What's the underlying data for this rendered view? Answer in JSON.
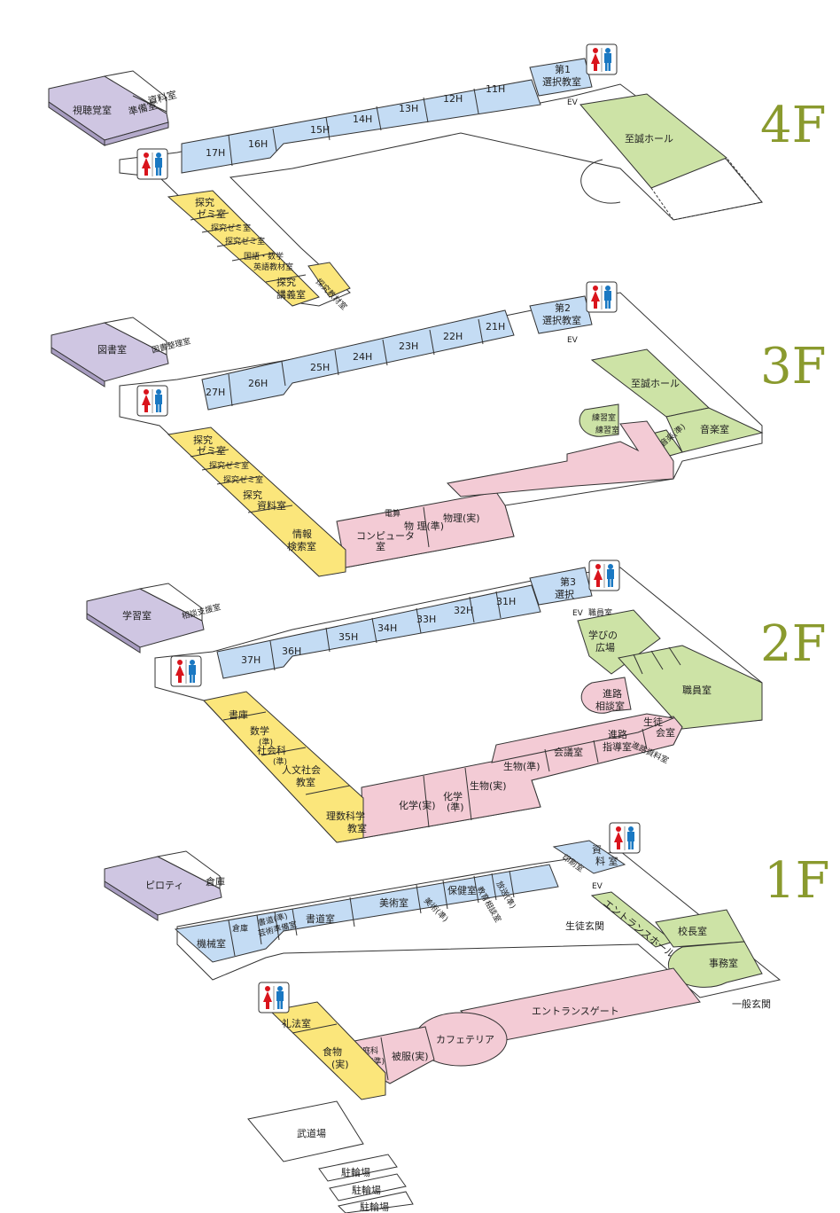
{
  "floors": {
    "f4": {
      "label": "4F",
      "rooms": {
        "shichoukaku": "視聴覚室",
        "shiryoushitsu": "資料室",
        "junbishitsu": "準備室",
        "r17": "17H",
        "r16": "16H",
        "r15": "15H",
        "r14": "14H",
        "r13": "13H",
        "r12": "12H",
        "r11": "11H",
        "sentaku1a": "第1",
        "sentaku1b": "選択教室",
        "ev": "EV",
        "shiseihall": "至誠ホール",
        "tankyu_zemi_a": "探究",
        "tankyu_zemi_b": "ゼミ室",
        "zemi2": "探究ゼミ室",
        "zemi3": "探究ゼミ室",
        "kokugo_a": "国語・数学",
        "kokugo_b": "英語教材室",
        "tankyu_kougi_a": "探究",
        "tankyu_kougi_b": "講義室",
        "tankyu_kyozai": "探究教材室"
      }
    },
    "f3": {
      "label": "3F",
      "rooms": {
        "toshoshitsu": "図書室",
        "shiryou_seiri": "図書整理室",
        "r27": "27H",
        "r26": "26H",
        "r25": "25H",
        "r24": "24H",
        "r23": "23H",
        "r22": "22H",
        "r21": "21H",
        "sentaku2a": "第2",
        "sentaku2b": "選択教室",
        "ev": "EV",
        "shiseihall": "至誠ホール",
        "ongakushitsu": "音楽室",
        "ongaku_jun": "音楽(準)",
        "renshu1": "練習室",
        "renshu2": "練習室",
        "tankyu_zemi_a": "探究",
        "tankyu_zemi_b": "ゼミ室",
        "zemi2": "探究ゼミ室",
        "zemi3": "探究ゼミ室",
        "tankyu_shiryou_a": "探究",
        "tankyu_shiryou_b": "資料室",
        "jouhou_a": "情報",
        "jouhou_b": "検索室",
        "computer_a": "コンピュータ",
        "computer_b": "室",
        "denshi": "電算",
        "butsuri_jun": "物 理(準)",
        "butsuri_jitsu": "物理(実)"
      }
    },
    "f2": {
      "label": "2F",
      "rooms": {
        "gakushu": "学習室",
        "seito_kaigi": "相談支援室",
        "r37": "37H",
        "r36": "36H",
        "r35": "35H",
        "r34": "34H",
        "r33": "33H",
        "r32": "32H",
        "r31": "31H",
        "sentaku3a": "第3",
        "sentaku3b": "選択",
        "ev": "EV",
        "kouchou_yobi": "職員室",
        "manabi_a": "学びの",
        "manabi_b": "広場",
        "shokuin": "職員室",
        "shinro_soudan_a": "進路",
        "shinro_soudan_b": "相談室",
        "seito_a": "生徒",
        "seito_b": "会室",
        "shinro_shiryou": "進路資料室",
        "shinro_shidou_a": "進路",
        "shinro_shidou_b": "指導室",
        "kaigi": "会議室",
        "seibutsu_jun": "生物(準)",
        "seibutsu_jitsu": "生物(実)",
        "kagaku_jun_a": "化学",
        "kagaku_jun_b": "(準)",
        "kagaku_jitsu": "化学(実)",
        "shoko": "書庫",
        "suugaku_a": "数学",
        "suugaku_b": "(準)",
        "shakai_a": "社会科",
        "shakai_b": "(準)",
        "jinbun_a": "人文社会",
        "jinbun_b": "教室",
        "rika_a": "理数科学",
        "rika_b": "教室"
      }
    },
    "f1": {
      "label": "1F",
      "rooms": {
        "piloti": "ピロティ",
        "souko": "倉庫",
        "kikai": "機械室",
        "souko2": "倉庫",
        "shodou_jun": "書道(準)",
        "gaikoku": "芸術準備室",
        "shodou": "書道室",
        "bijutsu": "美術室",
        "bijutsu_jun": "美術(準)",
        "hoken": "保健室",
        "kyouiku_soudan": "教育相談室",
        "hoso_jun": "放送(準)",
        "shiryou_a": "資",
        "shiryou_b": "料 室",
        "insatsu": "印刷室",
        "ev": "EV",
        "entrance_hall": "エントランスホール",
        "kouchou": "校長室",
        "jimu": "事務室",
        "seito_genkan": "生徒玄関",
        "ippan_genkan": "一般玄関",
        "entrance_gate": "エントランスゲート",
        "cafeteria": "カフェテリア",
        "reihou": "礼法室",
        "shokumotsu_a": "食物",
        "shokumotsu_b": "(実)",
        "kateika_a": "家庭科",
        "kateika_b": "(準)",
        "hifuku": "被服(実)",
        "budou": "武道場",
        "chuurin1": "駐輪場",
        "chuurin2": "駐輪場",
        "chuurin3": "駐輪場"
      }
    }
  },
  "colors": {
    "classroom": "#c4dcf4",
    "purple": "#cfc6e2",
    "green": "#cde3a6",
    "yellow": "#fbe67b",
    "pink": "#f3cbd5",
    "white": "#ffffff",
    "outline": "#333333",
    "floor_label": "#8a9a2e",
    "toilet_female": "#d9141c",
    "toilet_male": "#1a78c2"
  },
  "icons": [
    "toilet-icon"
  ]
}
